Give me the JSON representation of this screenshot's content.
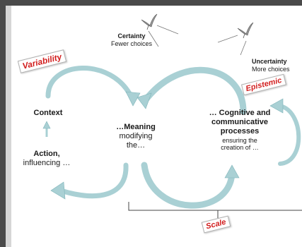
{
  "certainty": {
    "title": "Certainty",
    "subtitle": "Fewer choices"
  },
  "uncertainty": {
    "title": "Uncertainty",
    "subtitle": "More choices"
  },
  "labels": {
    "variability": "Variability",
    "epistemic": "Epistemic",
    "scale": "Scale"
  },
  "nodes": {
    "context": "Context",
    "action_title": "Action,",
    "action_sub": "influencing …",
    "meaning_title": "…Meaning",
    "meaning_line1": "modifying",
    "meaning_line2": "the…",
    "cognitive_line1": "… Cognitive and",
    "cognitive_line2": "communicative",
    "cognitive_line3": "processes",
    "cognitive_sub1": "ensuring the",
    "cognitive_sub2": "creation of …"
  },
  "colors": {
    "arrow": "#a9d0d4",
    "arrow_edge": "#7fb4b9",
    "tag_text": "#d21e1e",
    "background": "#ffffff",
    "frame": "#4a4a4a"
  },
  "icons": [
    "bird-icon",
    "bird-icon"
  ]
}
